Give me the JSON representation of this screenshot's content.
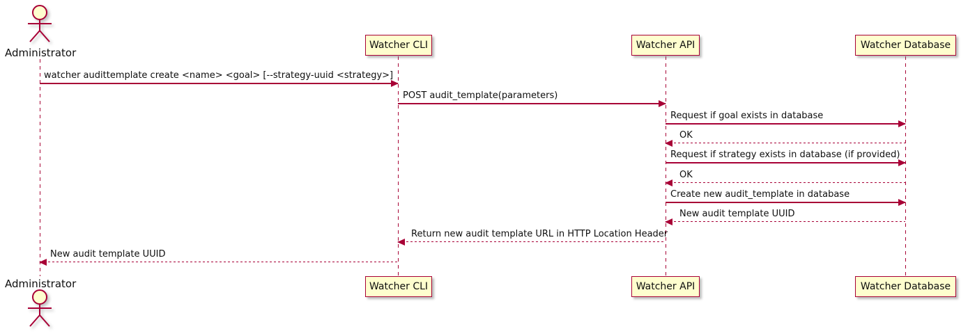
{
  "diagram": {
    "type": "sequence",
    "participants": [
      {
        "id": "administrator",
        "label": "Administrator",
        "kind": "actor"
      },
      {
        "id": "watcher-cli",
        "label": "Watcher CLI",
        "kind": "participant"
      },
      {
        "id": "watcher-api",
        "label": "Watcher API",
        "kind": "participant"
      },
      {
        "id": "watcher-database",
        "label": "Watcher Database",
        "kind": "participant"
      }
    ],
    "messages": [
      {
        "from": "Administrator",
        "to": "Watcher CLI",
        "line": "solid",
        "text": "watcher audittemplate create <name> <goal> [--strategy-uuid <strategy>]"
      },
      {
        "from": "Watcher CLI",
        "to": "Watcher API",
        "line": "solid",
        "text": "POST audit_template(parameters)"
      },
      {
        "from": "Watcher API",
        "to": "Watcher Database",
        "line": "solid",
        "text": "Request if goal exists in database"
      },
      {
        "from": "Watcher Database",
        "to": "Watcher API",
        "line": "dashed",
        "text": "OK"
      },
      {
        "from": "Watcher API",
        "to": "Watcher Database",
        "line": "solid",
        "text": "Request if strategy exists in database (if provided)"
      },
      {
        "from": "Watcher Database",
        "to": "Watcher API",
        "line": "dashed",
        "text": "OK"
      },
      {
        "from": "Watcher API",
        "to": "Watcher Database",
        "line": "solid",
        "text": "Create new audit_template in database"
      },
      {
        "from": "Watcher Database",
        "to": "Watcher API",
        "line": "dashed",
        "text": "New audit template UUID"
      },
      {
        "from": "Watcher API",
        "to": "Watcher CLI",
        "line": "dashed",
        "text": "Return new audit template URL in HTTP Location Header"
      },
      {
        "from": "Watcher CLI",
        "to": "Administrator",
        "line": "dashed",
        "text": "New audit template UUID"
      }
    ],
    "colors": {
      "node_fill": "#FEFECE",
      "stroke": "#A80036",
      "text": "#000000",
      "background": "#FFFFFF"
    }
  }
}
